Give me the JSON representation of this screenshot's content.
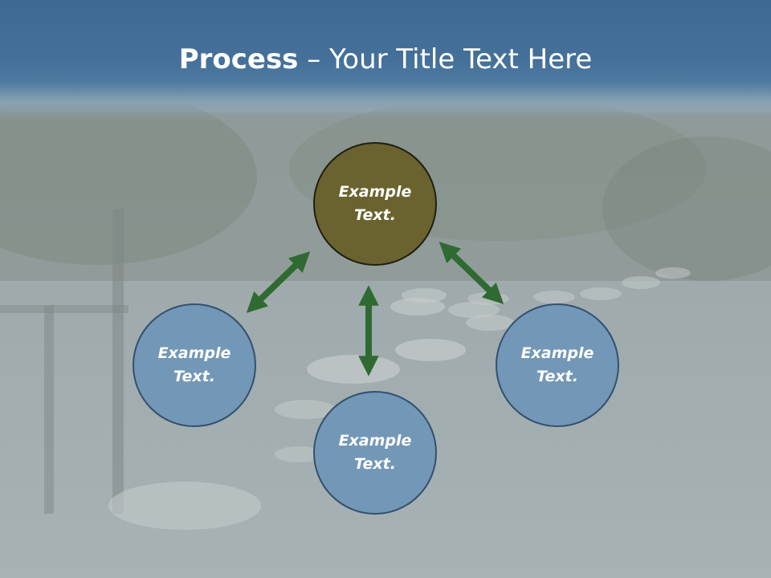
{
  "slide": {
    "title_bold": "Process",
    "title_rest": " – Your Title Text Here"
  },
  "diagram": {
    "type": "cycle",
    "nodes": [
      {
        "id": "top",
        "label": "Example\nText.",
        "fill": "#6a6330"
      },
      {
        "id": "left",
        "label": "Example\nText.",
        "fill": "#7397b7"
      },
      {
        "id": "right",
        "label": "Example\nText.",
        "fill": "#7397b7"
      },
      {
        "id": "bottom",
        "label": "Example\nText.",
        "fill": "#7397b7"
      }
    ],
    "arrows": [
      {
        "from": "top",
        "to": "left",
        "style": "double-headed"
      },
      {
        "from": "top",
        "to": "right",
        "style": "double-headed"
      },
      {
        "from": "top",
        "to": "bottom",
        "style": "double-headed"
      }
    ],
    "arrow_color": "#2f6a32"
  }
}
